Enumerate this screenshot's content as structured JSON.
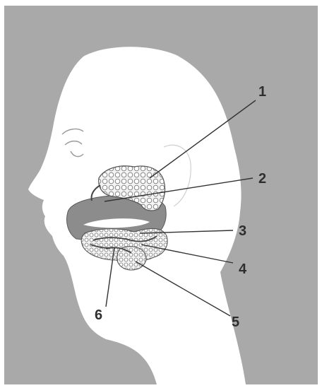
{
  "figure": {
    "callouts": [
      {
        "number": "1"
      },
      {
        "number": "2"
      },
      {
        "number": "3"
      },
      {
        "number": "4"
      },
      {
        "number": "5"
      },
      {
        "number": "6"
      }
    ]
  },
  "colors": {
    "frame_outer": "#ffffff",
    "panel_background": "#a9a9a9",
    "head_fill": "#ffffff",
    "leader_line": "#333333",
    "label_text": "#2e2e2e",
    "gland_fill": "#f4f4f4",
    "gland_outline": "#555555",
    "cavity_fill": "#8c8c8c"
  }
}
